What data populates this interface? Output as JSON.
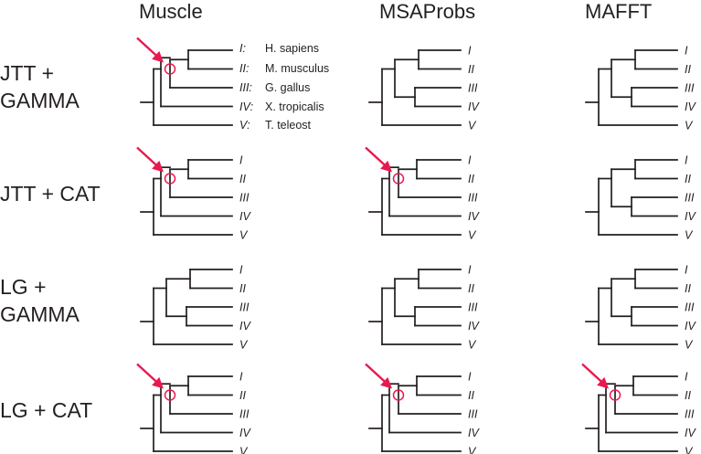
{
  "columns": [
    "Muscle",
    "MSAProbs",
    "MAFFT"
  ],
  "rows": [
    {
      "label_lines": [
        "JTT +",
        "GAMMA"
      ]
    },
    {
      "label_lines": [
        "JTT + CAT"
      ]
    },
    {
      "label_lines": [
        "LG +",
        "GAMMA"
      ]
    },
    {
      "label_lines": [
        "LG + CAT"
      ]
    }
  ],
  "leaf_numerals": [
    "I",
    "II",
    "III",
    "IV",
    "V"
  ],
  "legend": [
    {
      "numeral": "I:",
      "species": "H. sapiens"
    },
    {
      "numeral": "II:",
      "species": "M. musculus"
    },
    {
      "numeral": "III:",
      "species": "G. gallus"
    },
    {
      "numeral": "IV:",
      "species": "X. tropicalis"
    },
    {
      "numeral": "V:",
      "species": "T. teleost"
    }
  ],
  "trees": [
    [
      {
        "topology": "A",
        "highlight": true
      },
      {
        "topology": "B",
        "highlight": false
      },
      {
        "topology": "B",
        "highlight": false
      }
    ],
    [
      {
        "topology": "A",
        "highlight": true
      },
      {
        "topology": "A",
        "highlight": true
      },
      {
        "topology": "B",
        "highlight": false
      }
    ],
    [
      {
        "topology": "B",
        "highlight": false
      },
      {
        "topology": "B",
        "highlight": false
      },
      {
        "topology": "B",
        "highlight": false
      }
    ],
    [
      {
        "topology": "A",
        "highlight": true
      },
      {
        "topology": "A",
        "highlight": true
      },
      {
        "topology": "A",
        "highlight": true
      }
    ]
  ],
  "colors": {
    "tree": "#231f20",
    "highlight": "#e8194f"
  }
}
